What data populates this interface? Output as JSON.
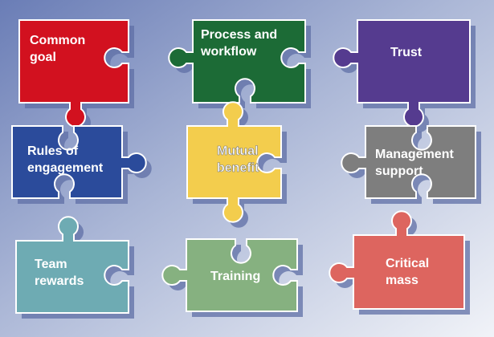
{
  "title": "Collaboration puzzle",
  "pieces": [
    {
      "id": "common-goal",
      "lines": [
        "Common",
        "goal"
      ],
      "color": "#d2111f"
    },
    {
      "id": "process-and-workflow",
      "lines": [
        "Process and",
        "workflow"
      ],
      "color": "#1c6b36"
    },
    {
      "id": "trust",
      "lines": [
        "Trust"
      ],
      "color": "#553b8f"
    },
    {
      "id": "rules-of-engagement",
      "lines": [
        "Rules of",
        "engagement"
      ],
      "color": "#2b4b9b"
    },
    {
      "id": "mutual-benefit",
      "lines": [
        "Mutual",
        "benefit"
      ],
      "color": "#f3cd4d"
    },
    {
      "id": "management-support",
      "lines": [
        "Management",
        "support"
      ],
      "color": "#7e7e7e"
    },
    {
      "id": "team-rewards",
      "lines": [
        "Team",
        "rewards"
      ],
      "color": "#6eabb3"
    },
    {
      "id": "training",
      "lines": [
        "Training"
      ],
      "color": "#86b180"
    },
    {
      "id": "critical-mass",
      "lines": [
        "Critical",
        "mass"
      ],
      "color": "#dd655f"
    }
  ]
}
